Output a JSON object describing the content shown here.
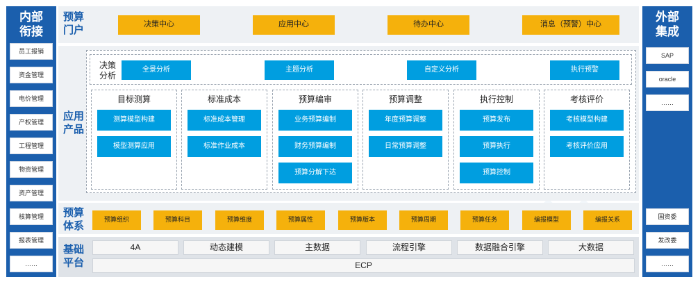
{
  "internal": {
    "title_line1": "内部",
    "title_line2": "衔接",
    "items": [
      "员工报销",
      "资金管理",
      "电价管理",
      "产权管理",
      "工程管理",
      "物资管理",
      "资产管理",
      "核算管理",
      "报表管理",
      "……"
    ]
  },
  "external": {
    "title_line1": "外部",
    "title_line2": "集成",
    "items_top": [
      "SAP",
      "oracle",
      "……"
    ],
    "items_bottom": [
      "国资委",
      "发改委",
      "……"
    ]
  },
  "portal": {
    "label_line1": "预算",
    "label_line2": "门户",
    "items": [
      "决策中心",
      "应用中心",
      "待办中心",
      "消息（预警）中心"
    ]
  },
  "products": {
    "label_line1": "应用",
    "label_line2": "产品",
    "decision_label_line1": "决策",
    "decision_label_line2": "分析",
    "decision_items": [
      "全景分析",
      "主题分析",
      "自定义分析",
      "执行预警"
    ],
    "columns": [
      {
        "title": "目标测算",
        "items": [
          "测算模型构建",
          "模型测算应用"
        ]
      },
      {
        "title": "标准成本",
        "items": [
          "标准成本管理",
          "标准作业成本"
        ]
      },
      {
        "title": "预算编审",
        "items": [
          "业务预算编制",
          "财务预算编制",
          "预算分解下达"
        ]
      },
      {
        "title": "预算调整",
        "items": [
          "年度预算调整",
          "日常预算调整"
        ]
      },
      {
        "title": "执行控制",
        "items": [
          "预算发布",
          "预算执行",
          "预算控制"
        ]
      },
      {
        "title": "考核评价",
        "items": [
          "考核模型构建",
          "考核评价应用"
        ]
      }
    ]
  },
  "budget_system": {
    "label_line1": "预算",
    "label_line2": "体系",
    "items": [
      "预算组织",
      "预算科目",
      "预算维度",
      "预算属性",
      "预算版本",
      "预算周期",
      "预算任务",
      "编报模型",
      "编报关系"
    ]
  },
  "platform": {
    "label_line1": "基础",
    "label_line2": "平台",
    "items": [
      "4A",
      "动态建模",
      "主数据",
      "流程引擎",
      "数据融合引擎",
      "大数据"
    ],
    "ecp": "ECP"
  },
  "colors": {
    "brand_blue": "#1b5fad",
    "accent_yellow": "#f5b10c",
    "accent_cyan": "#009ee0"
  }
}
